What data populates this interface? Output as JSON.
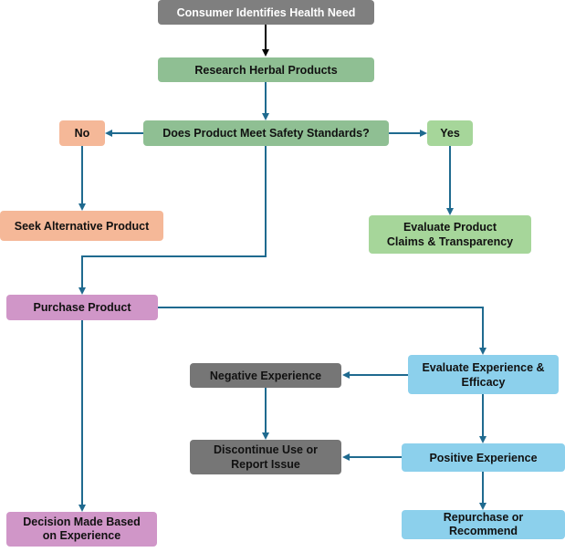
{
  "nodes": {
    "start": "Consumer Identifies Health Need",
    "research": "Research Herbal Products",
    "safety_question": "Does Product Meet Safety Standards?",
    "no": "No",
    "yes": "Yes",
    "seek_alternative": "Seek Alternative Product",
    "evaluate_claims": "Evaluate Product Claims & Transparency",
    "purchase": "Purchase Product",
    "evaluate_experience": "Evaluate Experience & Efficacy",
    "negative": "Negative Experience",
    "positive": "Positive Experience",
    "discontinue": "Discontinue Use or Report Issue",
    "repurchase": "Repurchase or Recommend",
    "decision": "Decision Made Based on Experience"
  },
  "colors": {
    "arrow": "#1f6a8f",
    "first_arrow": "#000000",
    "gray": "#7f7f7f",
    "sage": "#8fbf93",
    "light_green": "#a6d69a",
    "salmon": "#f5b898",
    "pink": "#d096c8",
    "sky": "#8cd0ec"
  }
}
